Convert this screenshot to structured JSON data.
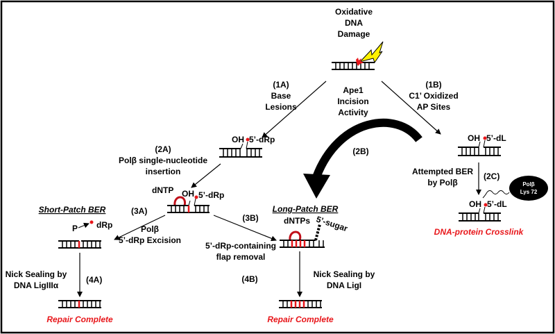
{
  "colors": {
    "red": "#e8161a",
    "lightning": "#fff200",
    "black": "#000000"
  },
  "top": {
    "line1": "Oxidative",
    "line2": "DNA",
    "line3": "Damage"
  },
  "branch_1a": {
    "label": "(1A)",
    "line1": "Base",
    "line2": "Lesions"
  },
  "center": {
    "line1": "Ape1",
    "line2": "Incision",
    "line3": "Activity"
  },
  "branch_1b": {
    "label": "(1B)",
    "line1": "C1’ Oxidized",
    "line2": "AP Sites"
  },
  "left_dna1": {
    "oh": "OH",
    "end": "5’-dRp"
  },
  "step_2a": {
    "label": "(2A)",
    "line1": "Polβ single-nucleotide",
    "line2": "insertion"
  },
  "step_2b": {
    "label": "(2B)"
  },
  "right_dna1": {
    "oh": "OH",
    "end": "5’-dL"
  },
  "attempted": {
    "line1": "Attempted BER",
    "line2": "by Polβ"
  },
  "step_2c": {
    "label": "(2C)"
  },
  "polb_oval": {
    "line1": "Polβ",
    "line2": "Lys 72"
  },
  "right_dna2": {
    "oh": "OH",
    "end": "5’-dL"
  },
  "crosslink": "DNA-protein Crosslink",
  "mid_dna": {
    "dntp": "dNTP",
    "oh": "OH",
    "end": "5’-dRp"
  },
  "short_patch": {
    "title": "Short-Patch BER",
    "label_3a": "(3A)",
    "p": "P",
    "drp": "dRp"
  },
  "step_3a": {
    "line1": "Polβ",
    "line2": "5’-dRp Excision"
  },
  "step_3b": {
    "label": "(3B)",
    "line1": "5’-dRp-containing",
    "line2": "flap removal"
  },
  "long_patch": {
    "title": "Long-Patch BER",
    "dntps": "dNTPs",
    "sugar": "5’-sugar"
  },
  "step_4a": {
    "label": "(4A)",
    "line1": "Nick Sealing by",
    "line2": "DNA LigIIIα"
  },
  "step_4b": {
    "label": "(4B)",
    "line1": "Nick Sealing by",
    "line2": "DNA LigI"
  },
  "repair_left": "Repair Complete",
  "repair_right": "Repair Complete"
}
